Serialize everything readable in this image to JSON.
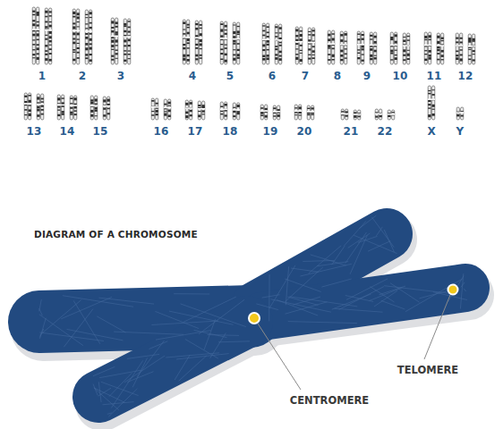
{
  "diagram": {
    "title": "DIAGRAM OF A CHROMOSOME",
    "labels": [
      "1",
      "2",
      "3",
      "4",
      "5",
      "6",
      "7",
      "8",
      "9",
      "10",
      "11",
      "12",
      "13",
      "14",
      "15",
      "16",
      "17",
      "18",
      "19",
      "20",
      "21",
      "22",
      "X",
      "Y",
      "CENTROMERE",
      "TELOMERE"
    ]
  }
}
